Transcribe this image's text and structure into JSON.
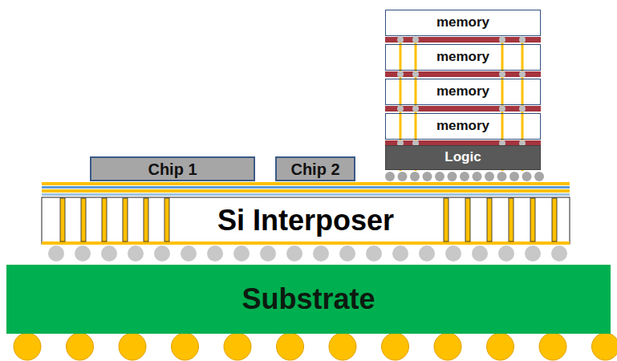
{
  "diagram": {
    "nodes": [
      {
        "text": [
          "memory"
        ]
      },
      {
        "text": [
          "memory"
        ]
      },
      {
        "text": [
          "memory"
        ]
      },
      {
        "text": [
          "memory"
        ]
      },
      {
        "text": [
          "Chip 1"
        ]
      },
      {
        "text": [
          "Chip 2"
        ]
      },
      {
        "text": [
          "Logic"
        ]
      },
      {
        "text": [
          "Si Interposer"
        ]
      },
      {
        "text": [
          "Substrate"
        ]
      }
    ]
  }
}
